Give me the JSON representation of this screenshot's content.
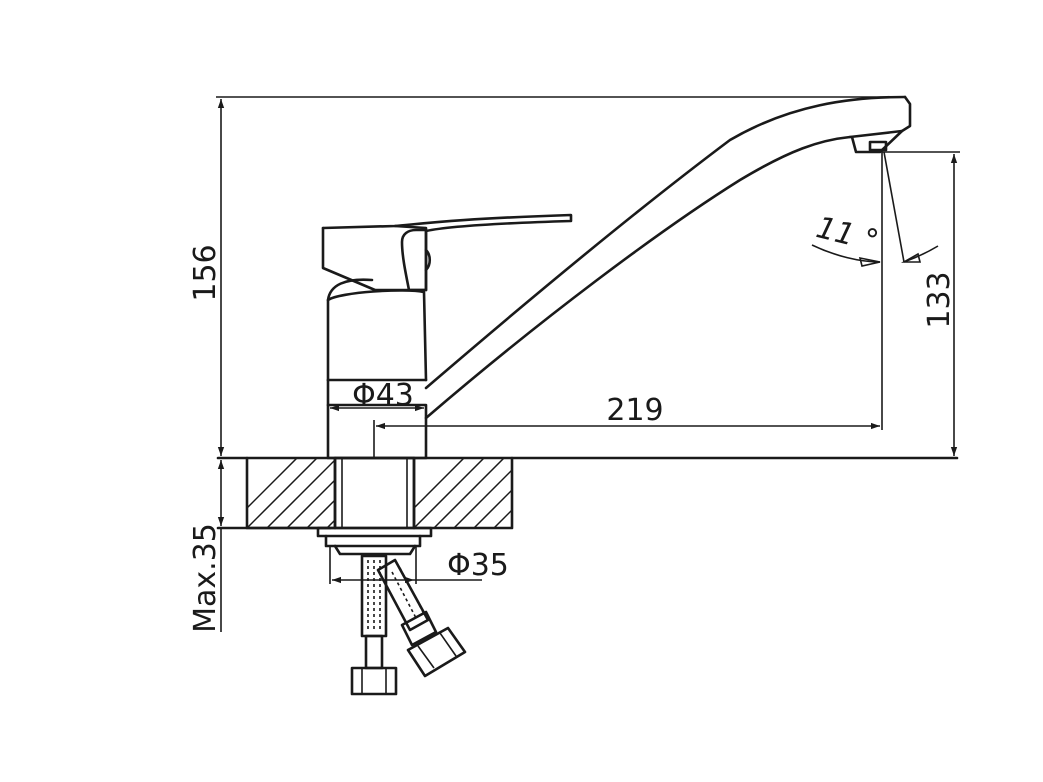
{
  "dimensions": {
    "total_height": "156",
    "outlet_height": "133",
    "spout_reach": "219",
    "body_diameter": "Φ43",
    "mount_hole_diameter": "Φ35",
    "max_deck_thickness": "Max.35",
    "spout_angle": "11 °"
  },
  "colors": {
    "line": "#1a1a1a",
    "background": "#ffffff"
  }
}
